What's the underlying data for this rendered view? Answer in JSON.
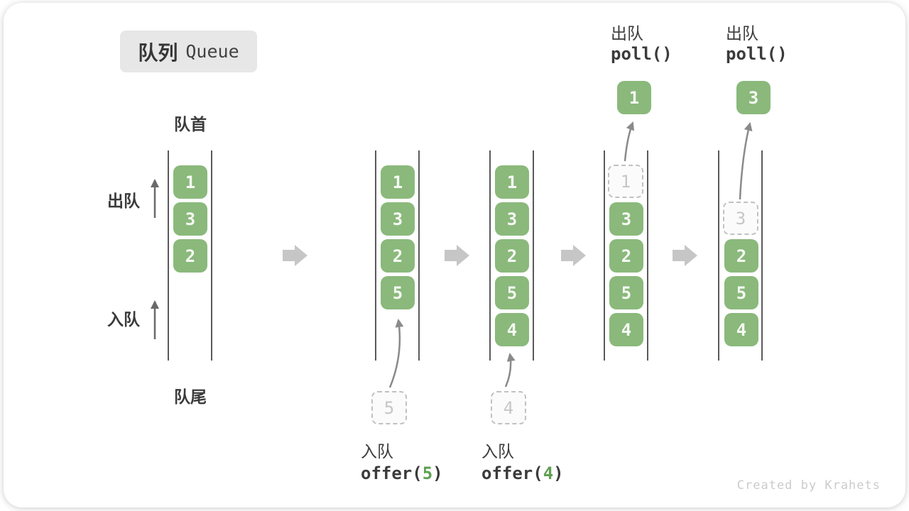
{
  "badge": {
    "zh": "队列",
    "en": "Queue"
  },
  "side_labels": {
    "front": "队首",
    "rear": "队尾",
    "dequeue": "出队",
    "enqueue": "入队"
  },
  "states": [
    {
      "items": [
        "1",
        "3",
        "2"
      ]
    },
    {
      "items": [
        "1",
        "3",
        "2",
        "5"
      ],
      "incoming": "5"
    },
    {
      "items": [
        "1",
        "3",
        "2",
        "5",
        "4"
      ],
      "incoming": "4"
    },
    {
      "ghost": "1",
      "items": [
        "3",
        "2",
        "5",
        "4"
      ],
      "out": "1"
    },
    {
      "ghost": "3",
      "items": [
        "2",
        "5",
        "4"
      ],
      "out": "3"
    }
  ],
  "ops": {
    "enq5": {
      "label": "入队",
      "pre": "offer(",
      "arg": "5",
      "post": ")"
    },
    "enq4": {
      "label": "入队",
      "pre": "offer(",
      "arg": "4",
      "post": ")"
    },
    "deq1": {
      "label": "出队",
      "code": "poll()"
    },
    "deq3": {
      "label": "出队",
      "code": "poll()"
    }
  },
  "credit": "Created by Krahets",
  "colors": {
    "box_green": "#8ab97b",
    "code_arg_green": "#5fa052",
    "block_arrow_gray": "#c6c6c6",
    "dashed_gray": "#c1c1c1",
    "badge_bg": "#e7e7e7",
    "text_dark": "#3b3b3b"
  }
}
